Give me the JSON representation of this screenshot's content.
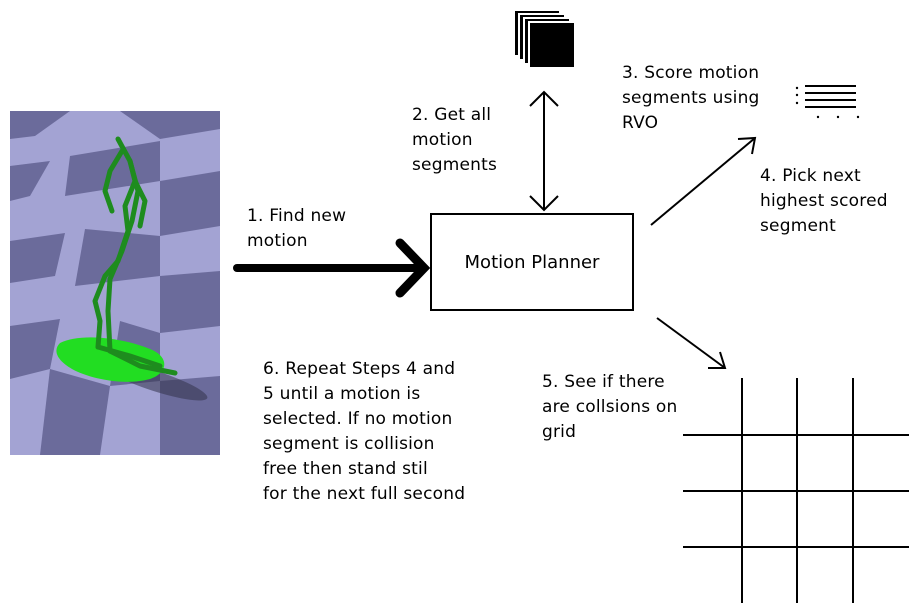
{
  "colors": {
    "ink": "#000000",
    "floor_light": "#a3a3d3",
    "floor_dark": "#6b6b9b",
    "character": "#1e8c1e",
    "shadow_blob": "#22dd22"
  },
  "icons": {
    "segments_stack": "stacked-squares-icon",
    "score_list": "scored-lines-icon",
    "grid": "grid-icon"
  },
  "nodes": {
    "planner": "Motion Planner"
  },
  "steps": {
    "step1": "1. Find new\nmotion",
    "step2": "2. Get all\nmotion\nsegments",
    "step3": "3. Score motion\nsegments using\nRVO",
    "step4": "4. Pick next\nhighest scored\nsegment",
    "step5": "5. See if there\nare collsions on\ngrid",
    "step6": "6. Repeat Steps 4 and\n5 until a motion is\nselected. If no motion\nsegment is collision\nfree then stand stil\nfor the next full second"
  }
}
